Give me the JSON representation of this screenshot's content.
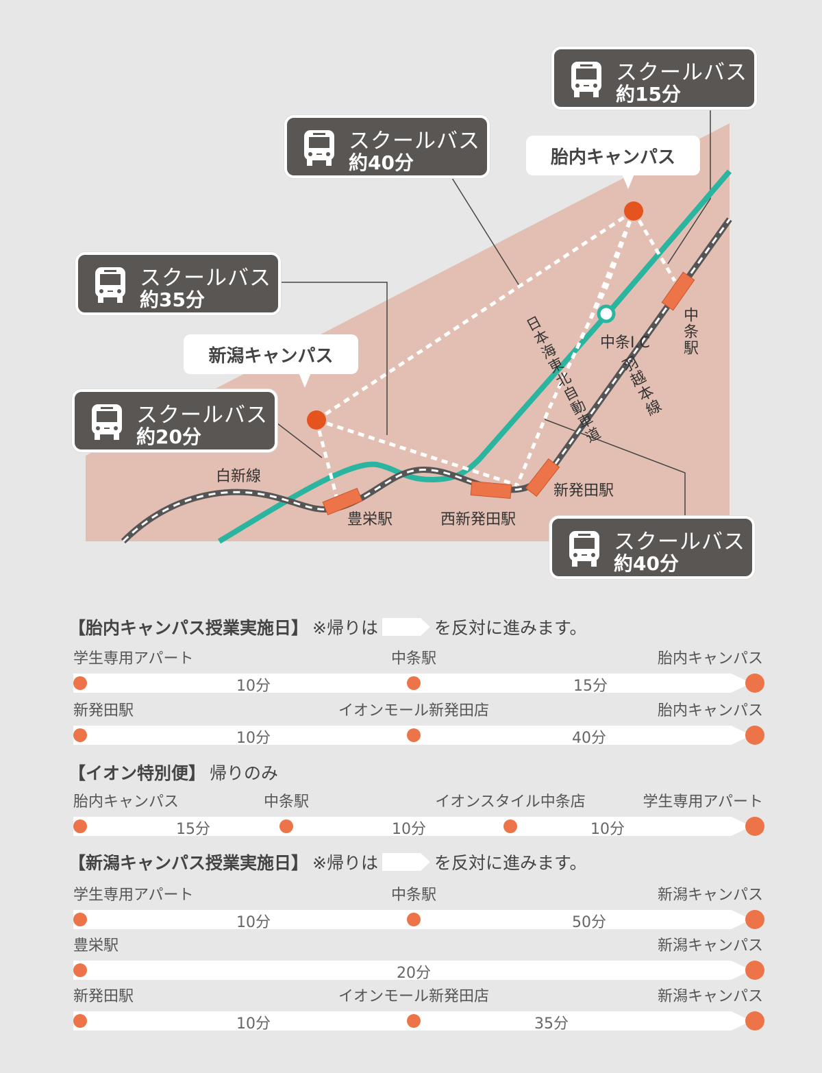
{
  "map": {
    "bus_label": "スクールバス",
    "bus_times": [
      "約15分",
      "約40分",
      "約35分",
      "約20分",
      "約40分"
    ],
    "campuses": {
      "tainai": "胎内キャンパス",
      "niigata": "新潟キャンパス"
    },
    "labels": {
      "hakushin_line": "白新線",
      "toyosaka": "豊栄駅",
      "nishi_shibata": "西新発田駅",
      "shibata": "新発田駅",
      "nakajo_ic": "中条I.C",
      "nakajo_station": "中条駅",
      "expressway": "日本海東北自動車道",
      "uetsu_line": "羽越本線"
    },
    "colors": {
      "area": "#e2bfb2",
      "highway": "#2bb5a0",
      "campus_dot": "#e5531f",
      "station": "#ec7448",
      "bus_box": "#595654"
    }
  },
  "sections": [
    {
      "title": "【胎内キャンパス授業実施日】",
      "note_pre": "※帰りは",
      "note_post": "を反対に進みます。"
    },
    {
      "title": "【イオン特別便】",
      "note_pre": "帰りのみ",
      "note_post": ""
    },
    {
      "title": "【新潟キャンパス授業実施日】",
      "note_pre": "※帰りは",
      "note_post": "を反対に進みます。"
    }
  ],
  "routes": [
    {
      "stops": [
        "学生専用アパート",
        "中条駅",
        "胎内キャンパス"
      ],
      "durations": [
        "10分",
        "15分"
      ]
    },
    {
      "stops": [
        "新発田駅",
        "イオンモール新発田店",
        "胎内キャンパス"
      ],
      "durations": [
        "10分",
        "40分"
      ]
    },
    {
      "stops": [
        "胎内キャンパス",
        "中条駅",
        "イオンスタイル中条店",
        "学生専用アパート"
      ],
      "durations": [
        "15分",
        "10分",
        "10分"
      ]
    },
    {
      "stops": [
        "学生専用アパート",
        "中条駅",
        "新潟キャンパス"
      ],
      "durations": [
        "10分",
        "50分"
      ]
    },
    {
      "stops": [
        "豊栄駅",
        "新潟キャンパス"
      ],
      "durations": [
        "20分"
      ]
    },
    {
      "stops": [
        "新発田駅",
        "イオンモール新発田店",
        "新潟キャンパス"
      ],
      "durations": [
        "10分",
        "35分"
      ]
    }
  ]
}
